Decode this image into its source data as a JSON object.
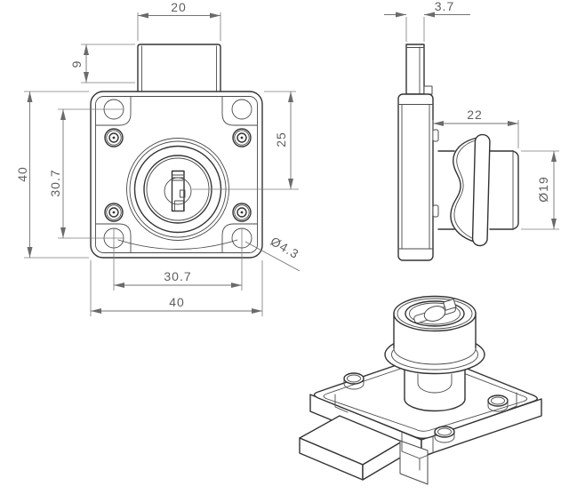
{
  "drawing": {
    "front_view": {
      "dim_tab_width": "20",
      "dim_tab_height": "9",
      "dim_plate_height": "40",
      "dim_hole_spacing_vertical": "30.7",
      "dim_center_from_top": "25",
      "dim_corner_hole_diameter": "Ø4.3",
      "dim_hole_spacing_horizontal": "30.7",
      "dim_plate_width": "40"
    },
    "side_view": {
      "dim_latch_thickness": "3.7",
      "dim_cylinder_length": "22",
      "dim_cylinder_diameter": "Ø19"
    }
  }
}
